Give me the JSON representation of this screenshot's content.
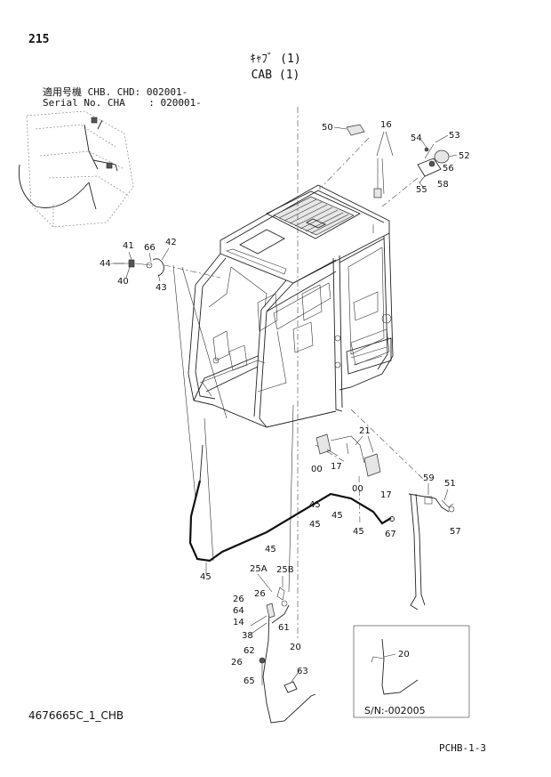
{
  "header": {
    "page_number": "215",
    "title_jp": "ｷｬﾌﾞ (1)",
    "title_en": "CAB (1)",
    "serial_line1": "適用号機 CHB. CHD: 002001-",
    "serial_line2": "Serial No. CHA    : 020001-"
  },
  "callouts": {
    "c50": "50",
    "c16": "16",
    "c54": "54",
    "c53": "53",
    "c52": "52",
    "c56": "56",
    "c55": "55",
    "c58": "58",
    "c41": "41",
    "c66": "66",
    "c42": "42",
    "c44": "44",
    "c40": "40",
    "c43": "43",
    "c21": "21",
    "c00a": "00",
    "c17a": "17",
    "c00b": "00",
    "c17b": "17",
    "c59": "59",
    "c51": "51",
    "c57": "57",
    "c67": "67",
    "c45a": "45",
    "c45b": "45",
    "c45c": "45",
    "c45d": "45",
    "c45e": "45",
    "c25A": "25A",
    "c25B": "25B",
    "c26a": "26",
    "c26b": "26",
    "c64": "64",
    "c14": "14",
    "c38": "38",
    "c61": "61",
    "c20a": "20",
    "c62": "62",
    "c26c": "26",
    "c65": "65",
    "c63": "63",
    "c20b": "20"
  },
  "inset": {
    "serial_label": "S/N:-002005"
  },
  "footer": {
    "drawing_number": "4676665C_1_CHB",
    "page_code": "PCHB-1-3"
  }
}
